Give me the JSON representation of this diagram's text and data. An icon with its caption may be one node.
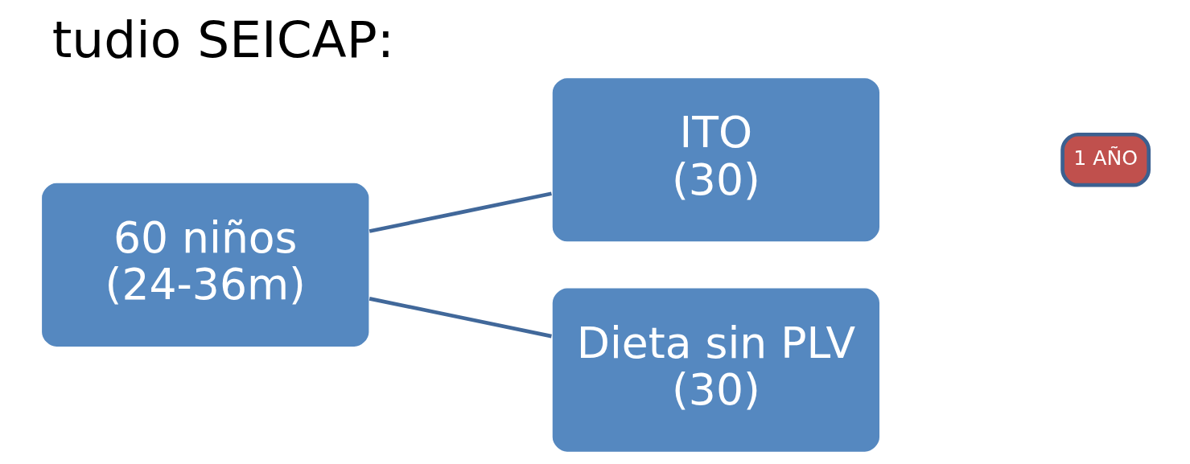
{
  "diagram": {
    "title": "tudio SEICAP:",
    "nodes": [
      {
        "text": [
          "60 niños",
          "(24-36m)"
        ]
      },
      {
        "text": [
          "ITO",
          "(30)"
        ]
      },
      {
        "text": [
          "Dieta sin PLV",
          "(30)"
        ]
      },
      {
        "text": [
          "1 AÑO"
        ]
      }
    ],
    "edges": [
      {
        "from": 0,
        "to": 1,
        "arrow": "none"
      },
      {
        "from": 0,
        "to": 2,
        "arrow": "none"
      }
    ]
  }
}
